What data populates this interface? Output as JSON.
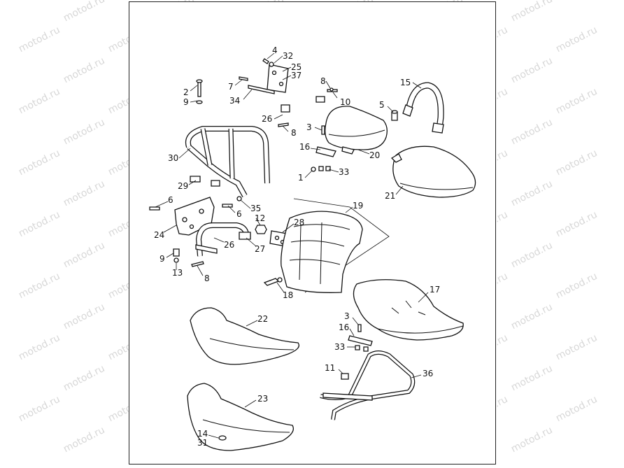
{
  "watermark": "motod.ru",
  "callouts": [
    {
      "id": "c4",
      "text": "4"
    },
    {
      "id": "c32",
      "text": "32"
    },
    {
      "id": "c25",
      "text": "25"
    },
    {
      "id": "c37",
      "text": "37"
    },
    {
      "id": "c7",
      "text": "7"
    },
    {
      "id": "c34",
      "text": "34"
    },
    {
      "id": "c2",
      "text": "2"
    },
    {
      "id": "c9a",
      "text": "9"
    },
    {
      "id": "c8a",
      "text": "8"
    },
    {
      "id": "c10",
      "text": "10"
    },
    {
      "id": "c15",
      "text": "15"
    },
    {
      "id": "c5",
      "text": "5"
    },
    {
      "id": "c26a",
      "text": "26"
    },
    {
      "id": "c8b",
      "text": "8"
    },
    {
      "id": "c3a",
      "text": "3"
    },
    {
      "id": "c16a",
      "text": "16"
    },
    {
      "id": "c20",
      "text": "20"
    },
    {
      "id": "c30",
      "text": "30"
    },
    {
      "id": "c1",
      "text": "1"
    },
    {
      "id": "c33a",
      "text": "33"
    },
    {
      "id": "c21",
      "text": "21"
    },
    {
      "id": "c29",
      "text": "29"
    },
    {
      "id": "c19",
      "text": "19"
    },
    {
      "id": "c6a",
      "text": "6"
    },
    {
      "id": "c6b",
      "text": "6"
    },
    {
      "id": "c35",
      "text": "35"
    },
    {
      "id": "c12",
      "text": "12"
    },
    {
      "id": "c28",
      "text": "28"
    },
    {
      "id": "c24",
      "text": "24"
    },
    {
      "id": "c26b",
      "text": "26"
    },
    {
      "id": "c27",
      "text": "27"
    },
    {
      "id": "c9b",
      "text": "9"
    },
    {
      "id": "c13",
      "text": "13"
    },
    {
      "id": "c8c",
      "text": "8"
    },
    {
      "id": "c18",
      "text": "18"
    },
    {
      "id": "c17",
      "text": "17"
    },
    {
      "id": "c22",
      "text": "22"
    },
    {
      "id": "c3b",
      "text": "3"
    },
    {
      "id": "c16b",
      "text": "16"
    },
    {
      "id": "c33b",
      "text": "33"
    },
    {
      "id": "c11",
      "text": "11"
    },
    {
      "id": "c36",
      "text": "36"
    },
    {
      "id": "c23",
      "text": "23"
    },
    {
      "id": "c14",
      "text": "14"
    },
    {
      "id": "c31",
      "text": "31"
    }
  ]
}
